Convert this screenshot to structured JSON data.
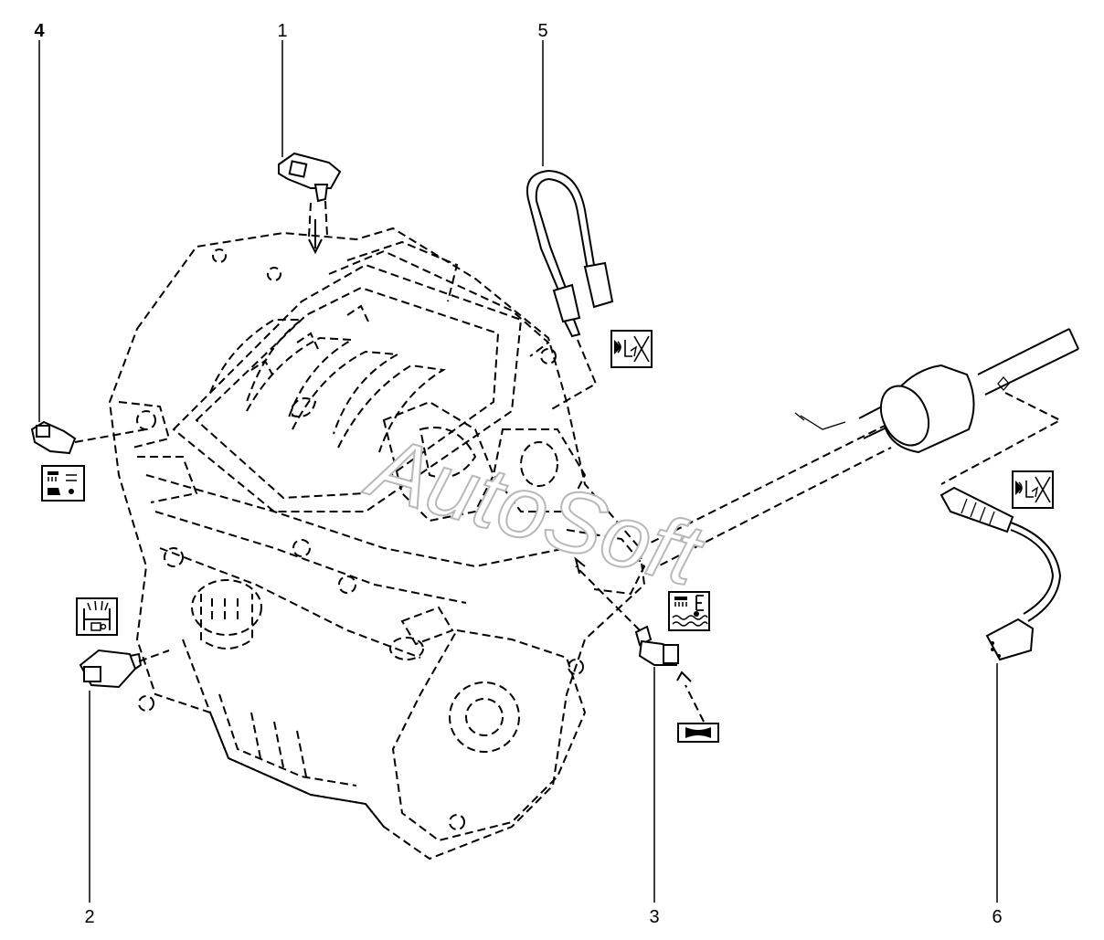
{
  "watermark": "AutoSoft",
  "callouts": [
    {
      "id": "1",
      "label": "1"
    },
    {
      "id": "2",
      "label": "2"
    },
    {
      "id": "3",
      "label": "3"
    },
    {
      "id": "4",
      "label": "4"
    },
    {
      "id": "5",
      "label": "5"
    },
    {
      "id": "6",
      "label": "6"
    }
  ],
  "icons": [
    "camshaft-sensor-icon",
    "oil-pressure-icon",
    "coolant-temperature-icon",
    "upstream-oxygen-sensor-icon",
    "downstream-oxygen-sensor-icon",
    "sealant-icon"
  ],
  "colors": {
    "line": "#000000",
    "watermark_outline": "#b8b8b8",
    "background": "#ffffff"
  }
}
